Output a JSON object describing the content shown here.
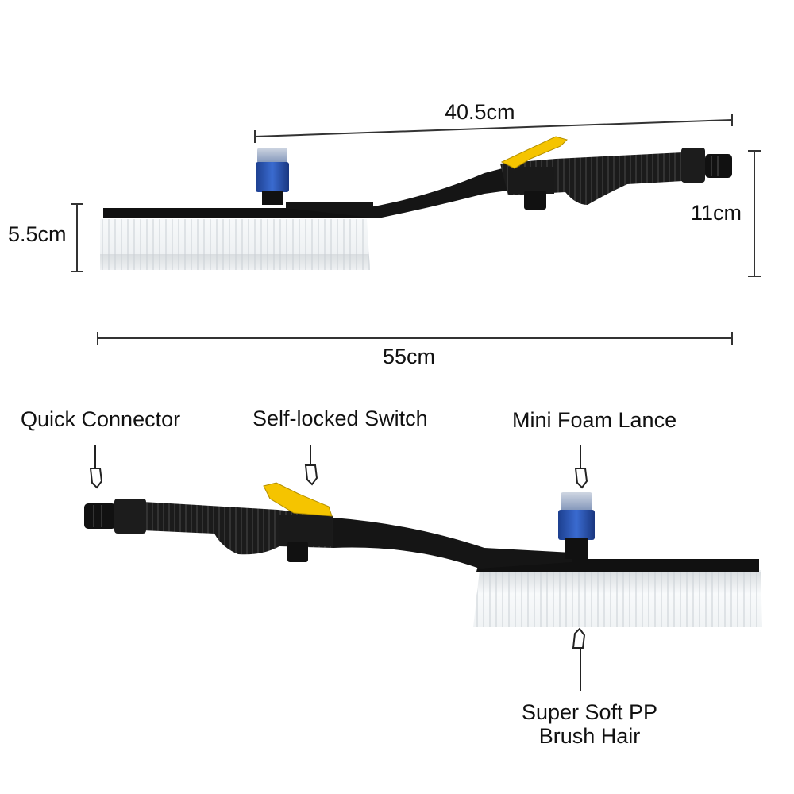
{
  "dimensions": {
    "length_total": "55cm",
    "length_handle_to_hose": "40.5cm",
    "brush_height": "5.5cm",
    "overall_height": "11cm"
  },
  "callouts": {
    "quick_connector": "Quick Connector",
    "self_locked_switch": "Self-locked Switch",
    "mini_foam_lance": "Mini Foam Lance",
    "brush_hair_line1": "Super Soft PP",
    "brush_hair_line2": "Brush Hair"
  },
  "colors": {
    "body": "#1a1a1a",
    "trigger": "#f5c400",
    "foam_cap": "#2a55b0",
    "bristles": "#f4f6f7",
    "dimension_line": "#333333"
  },
  "icons": {
    "pointer": "pointing-hand-icon"
  }
}
